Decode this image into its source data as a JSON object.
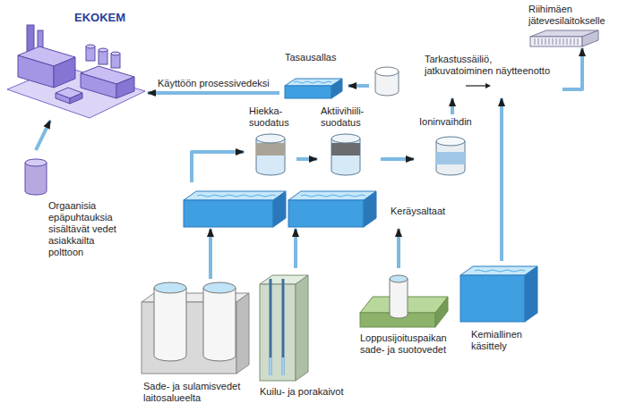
{
  "diagram": {
    "nodes": [
      {
        "text": [
          "EKOKEM"
        ]
      },
      {
        "text": [
          "Riihimäen jätevesilaitokselle"
        ]
      },
      {
        "text": [
          "Tasausallas"
        ]
      },
      {
        "text": [
          "Tarkastussäiliö, jatkuvatoiminen näytteenotto"
        ]
      },
      {
        "text": [
          "Hiekka- suodatus"
        ]
      },
      {
        "text": [
          "Aktiivihiili- suodatus"
        ]
      },
      {
        "text": [
          "Ioninvaihdin"
        ]
      },
      {
        "text": [
          "Orgaanisia epäpuhtauksia sisältävät vedet asiakkailta polttoon"
        ]
      },
      {
        "text": [
          "Keräysaltaat"
        ]
      },
      {
        "text": [
          "Sade- ja sulamisvedet laitosalueelta"
        ]
      },
      {
        "text": [
          "Kuilu- ja porakaivot"
        ]
      },
      {
        "text": [
          "Loppusijoituspaikan sade- ja suotovedet"
        ]
      },
      {
        "text": [
          "Kemiallinen käsittely"
        ]
      }
    ],
    "edges": [
      {
        "from": 9,
        "to": 8,
        "arrow": "to"
      },
      {
        "from": 10,
        "to": 8,
        "arrow": "to"
      },
      {
        "from": 11,
        "to": 8,
        "arrow": "to"
      },
      {
        "from": 8,
        "to": 4,
        "arrow": "to"
      },
      {
        "from": 4,
        "to": 5,
        "arrow": "to"
      },
      {
        "from": 5,
        "to": 6,
        "arrow": "to"
      },
      {
        "from": 6,
        "to": 3,
        "arrow": "to"
      },
      {
        "from": 12,
        "to": 3,
        "arrow": "to"
      },
      {
        "from": 3,
        "to": 1,
        "arrow": "to"
      },
      {
        "from": 3,
        "to": 2,
        "arrow": "to"
      },
      {
        "from": 2,
        "to": 0,
        "label": "Käyttöön prosessivedeksi",
        "arrow": "to"
      },
      {
        "from": 7,
        "to": 0,
        "arrow": "to"
      }
    ]
  }
}
